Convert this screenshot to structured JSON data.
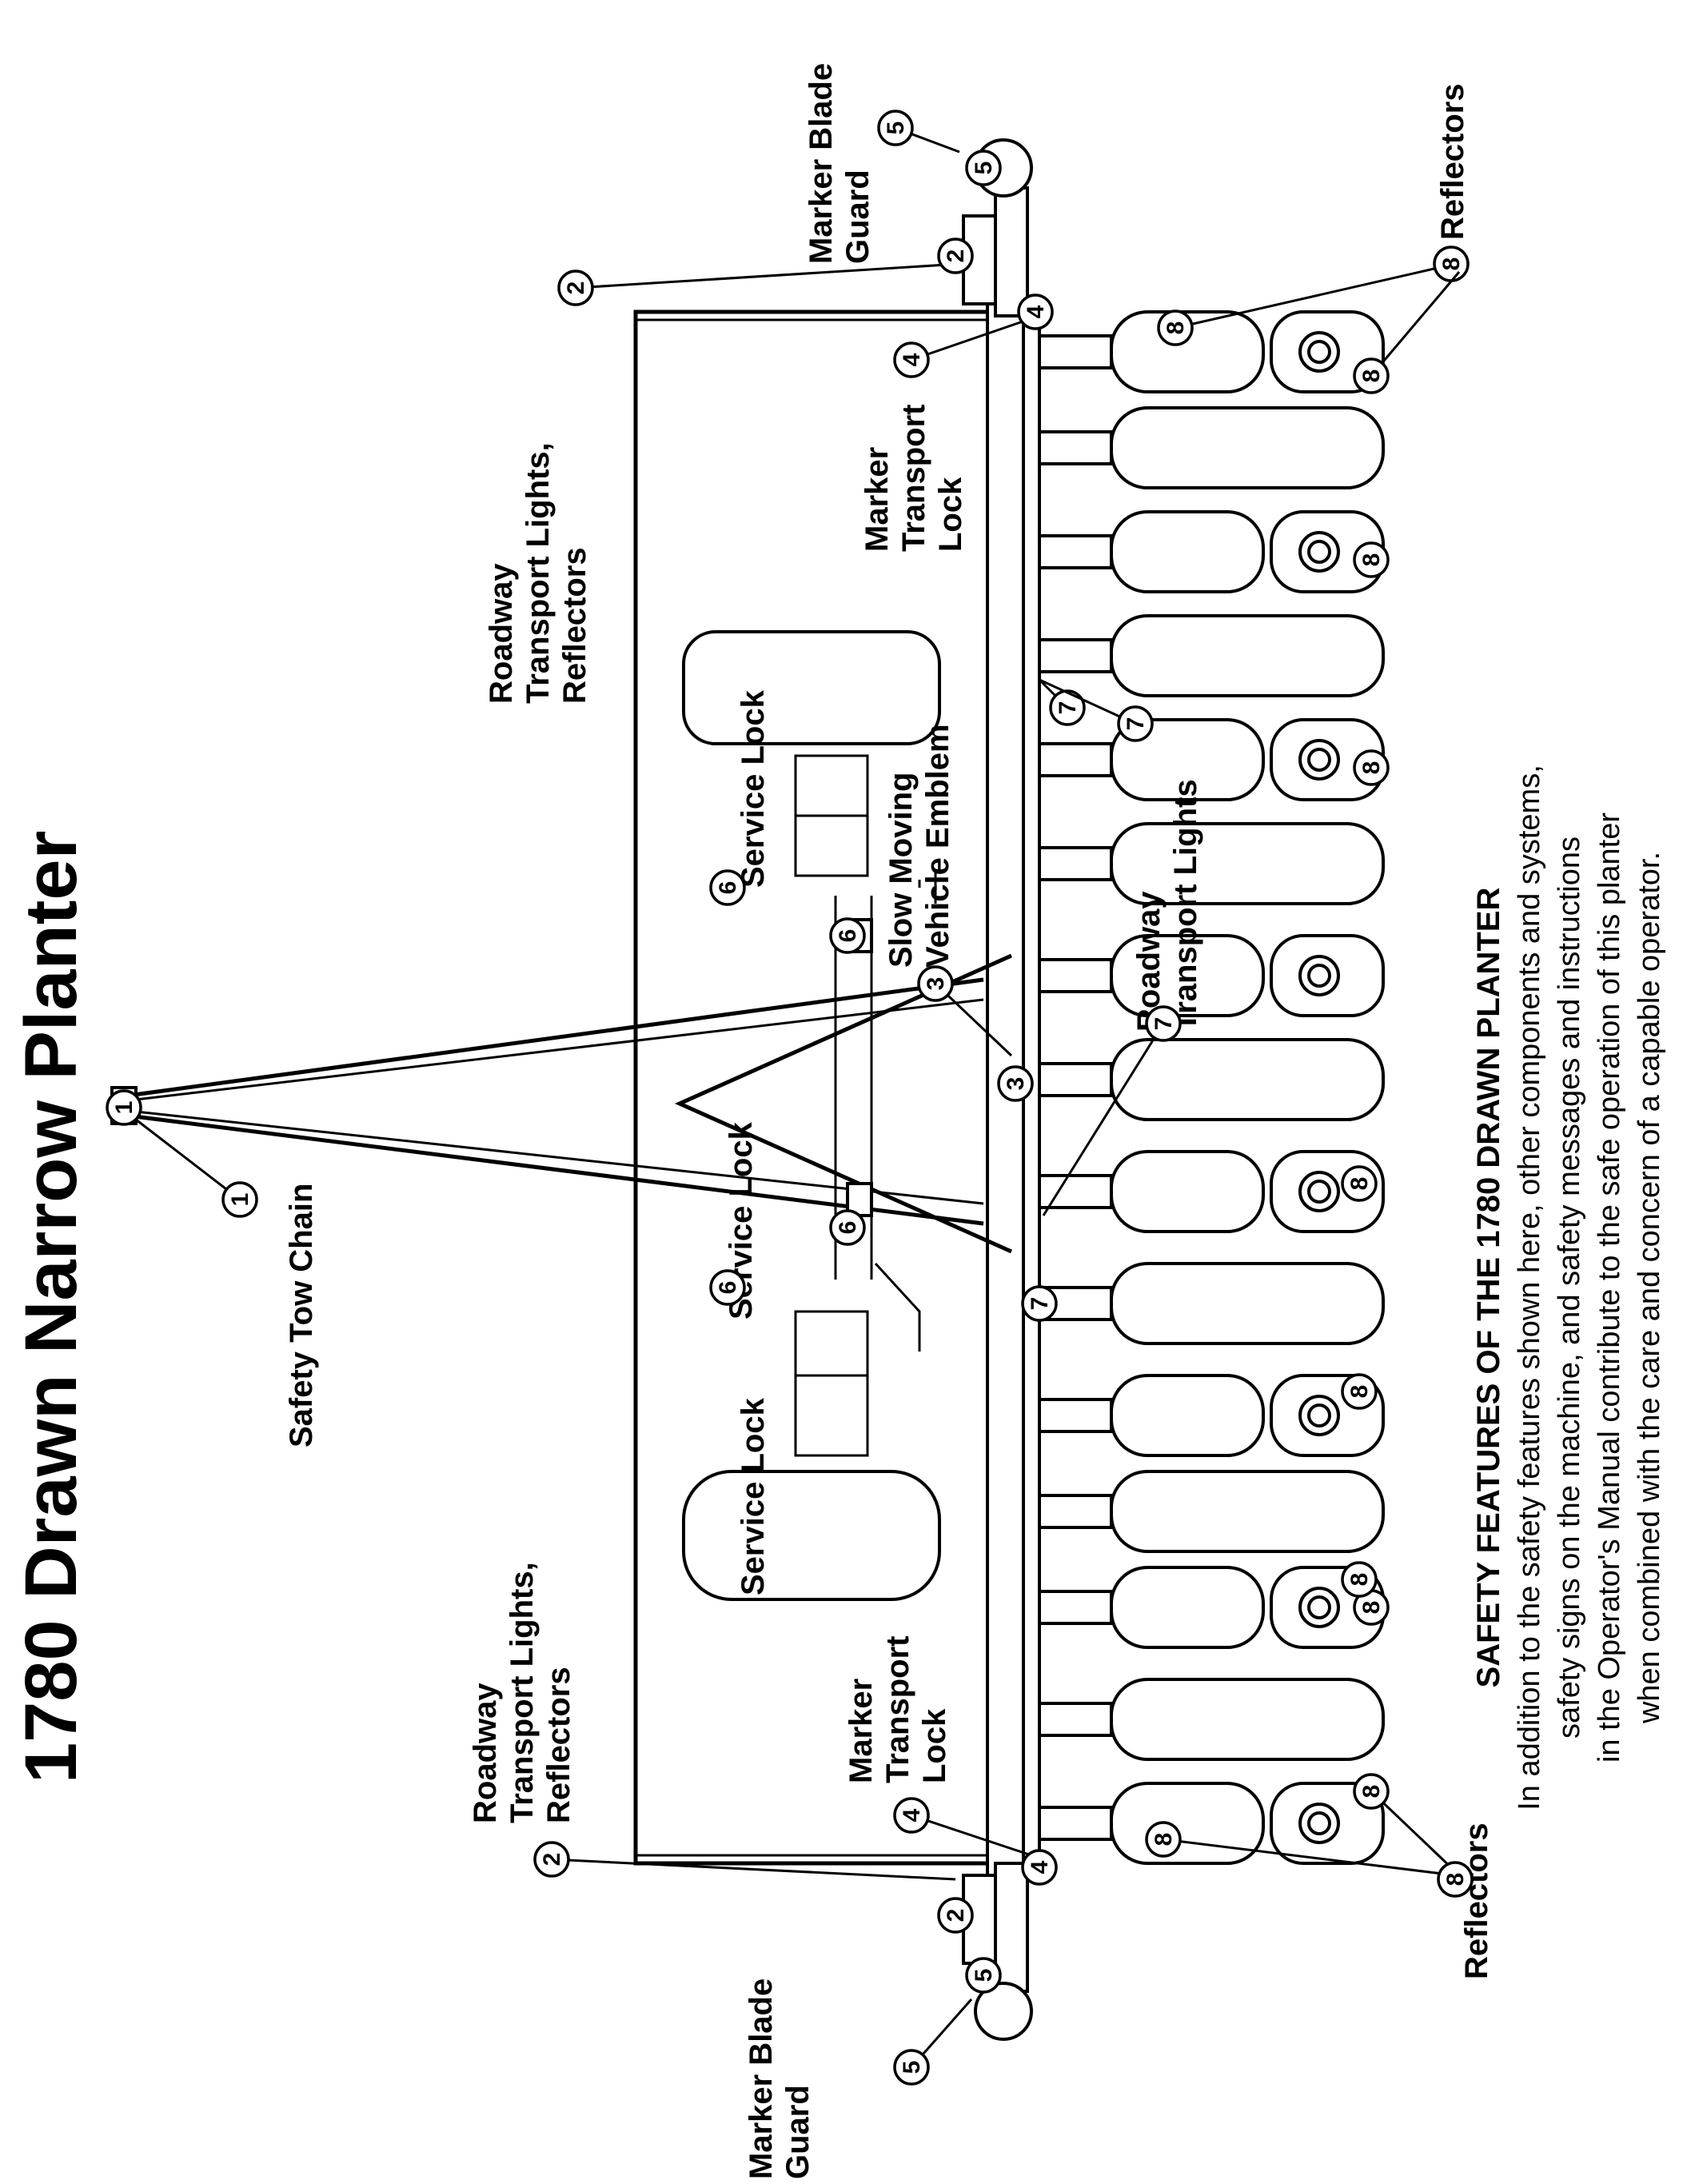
{
  "title": "1780 Drawn Narrow Planter",
  "labels": {
    "marker_blade_guard_top": [
      "Marker Blade",
      "Guard"
    ],
    "reflectors_top": "Reflectors",
    "roadway_transport_lights_reflectors_top": [
      "Roadway",
      "Transport Lights,",
      "Reflectors"
    ],
    "marker_transport_lock_top": [
      "Marker",
      "Transport",
      "Lock"
    ],
    "service_lock_upper": "Service Lock",
    "slow_moving_vehicle_emblem": [
      "Slow Moving",
      "Vehicle Emblem"
    ],
    "roadway_transport_lights": [
      "Roadway",
      "Transport Lights"
    ],
    "safety_tow_chain": "Safety Tow Chain",
    "service_lock_lower": "Service Lock",
    "service_lock_tank": "Service Lock",
    "roadway_transport_lights_reflectors_bottom": [
      "Roadway",
      "Transport Lights,",
      "Reflectors"
    ],
    "marker_transport_lock_bottom": [
      "Marker",
      "Transport",
      "Lock"
    ],
    "reflectors_bottom": "Reflectors",
    "marker_blade_guard_bottom": [
      "Marker Blade",
      "Guard"
    ]
  },
  "callouts": [
    "1",
    "1",
    "2",
    "2",
    "2",
    "2",
    "3",
    "3",
    "4",
    "4",
    "4",
    "4",
    "5",
    "5",
    "5",
    "5",
    "6",
    "6",
    "6",
    "6",
    "7",
    "7",
    "7",
    "7",
    "8",
    "8",
    "8",
    "8",
    "8",
    "8",
    "8",
    "8",
    "8",
    "8",
    "8",
    "8"
  ],
  "caption": {
    "heading": "SAFETY FEATURES OF THE 1780 DRAWN PLANTER",
    "lines": [
      "In addition to the safety features shown here, other components and systems,",
      "safety signs  on the machine, and safety messages and instructions",
      "in the Operator's Manual contribute to the safe operation of this planter",
      "when combined with the care and concern of a capable operator."
    ]
  }
}
